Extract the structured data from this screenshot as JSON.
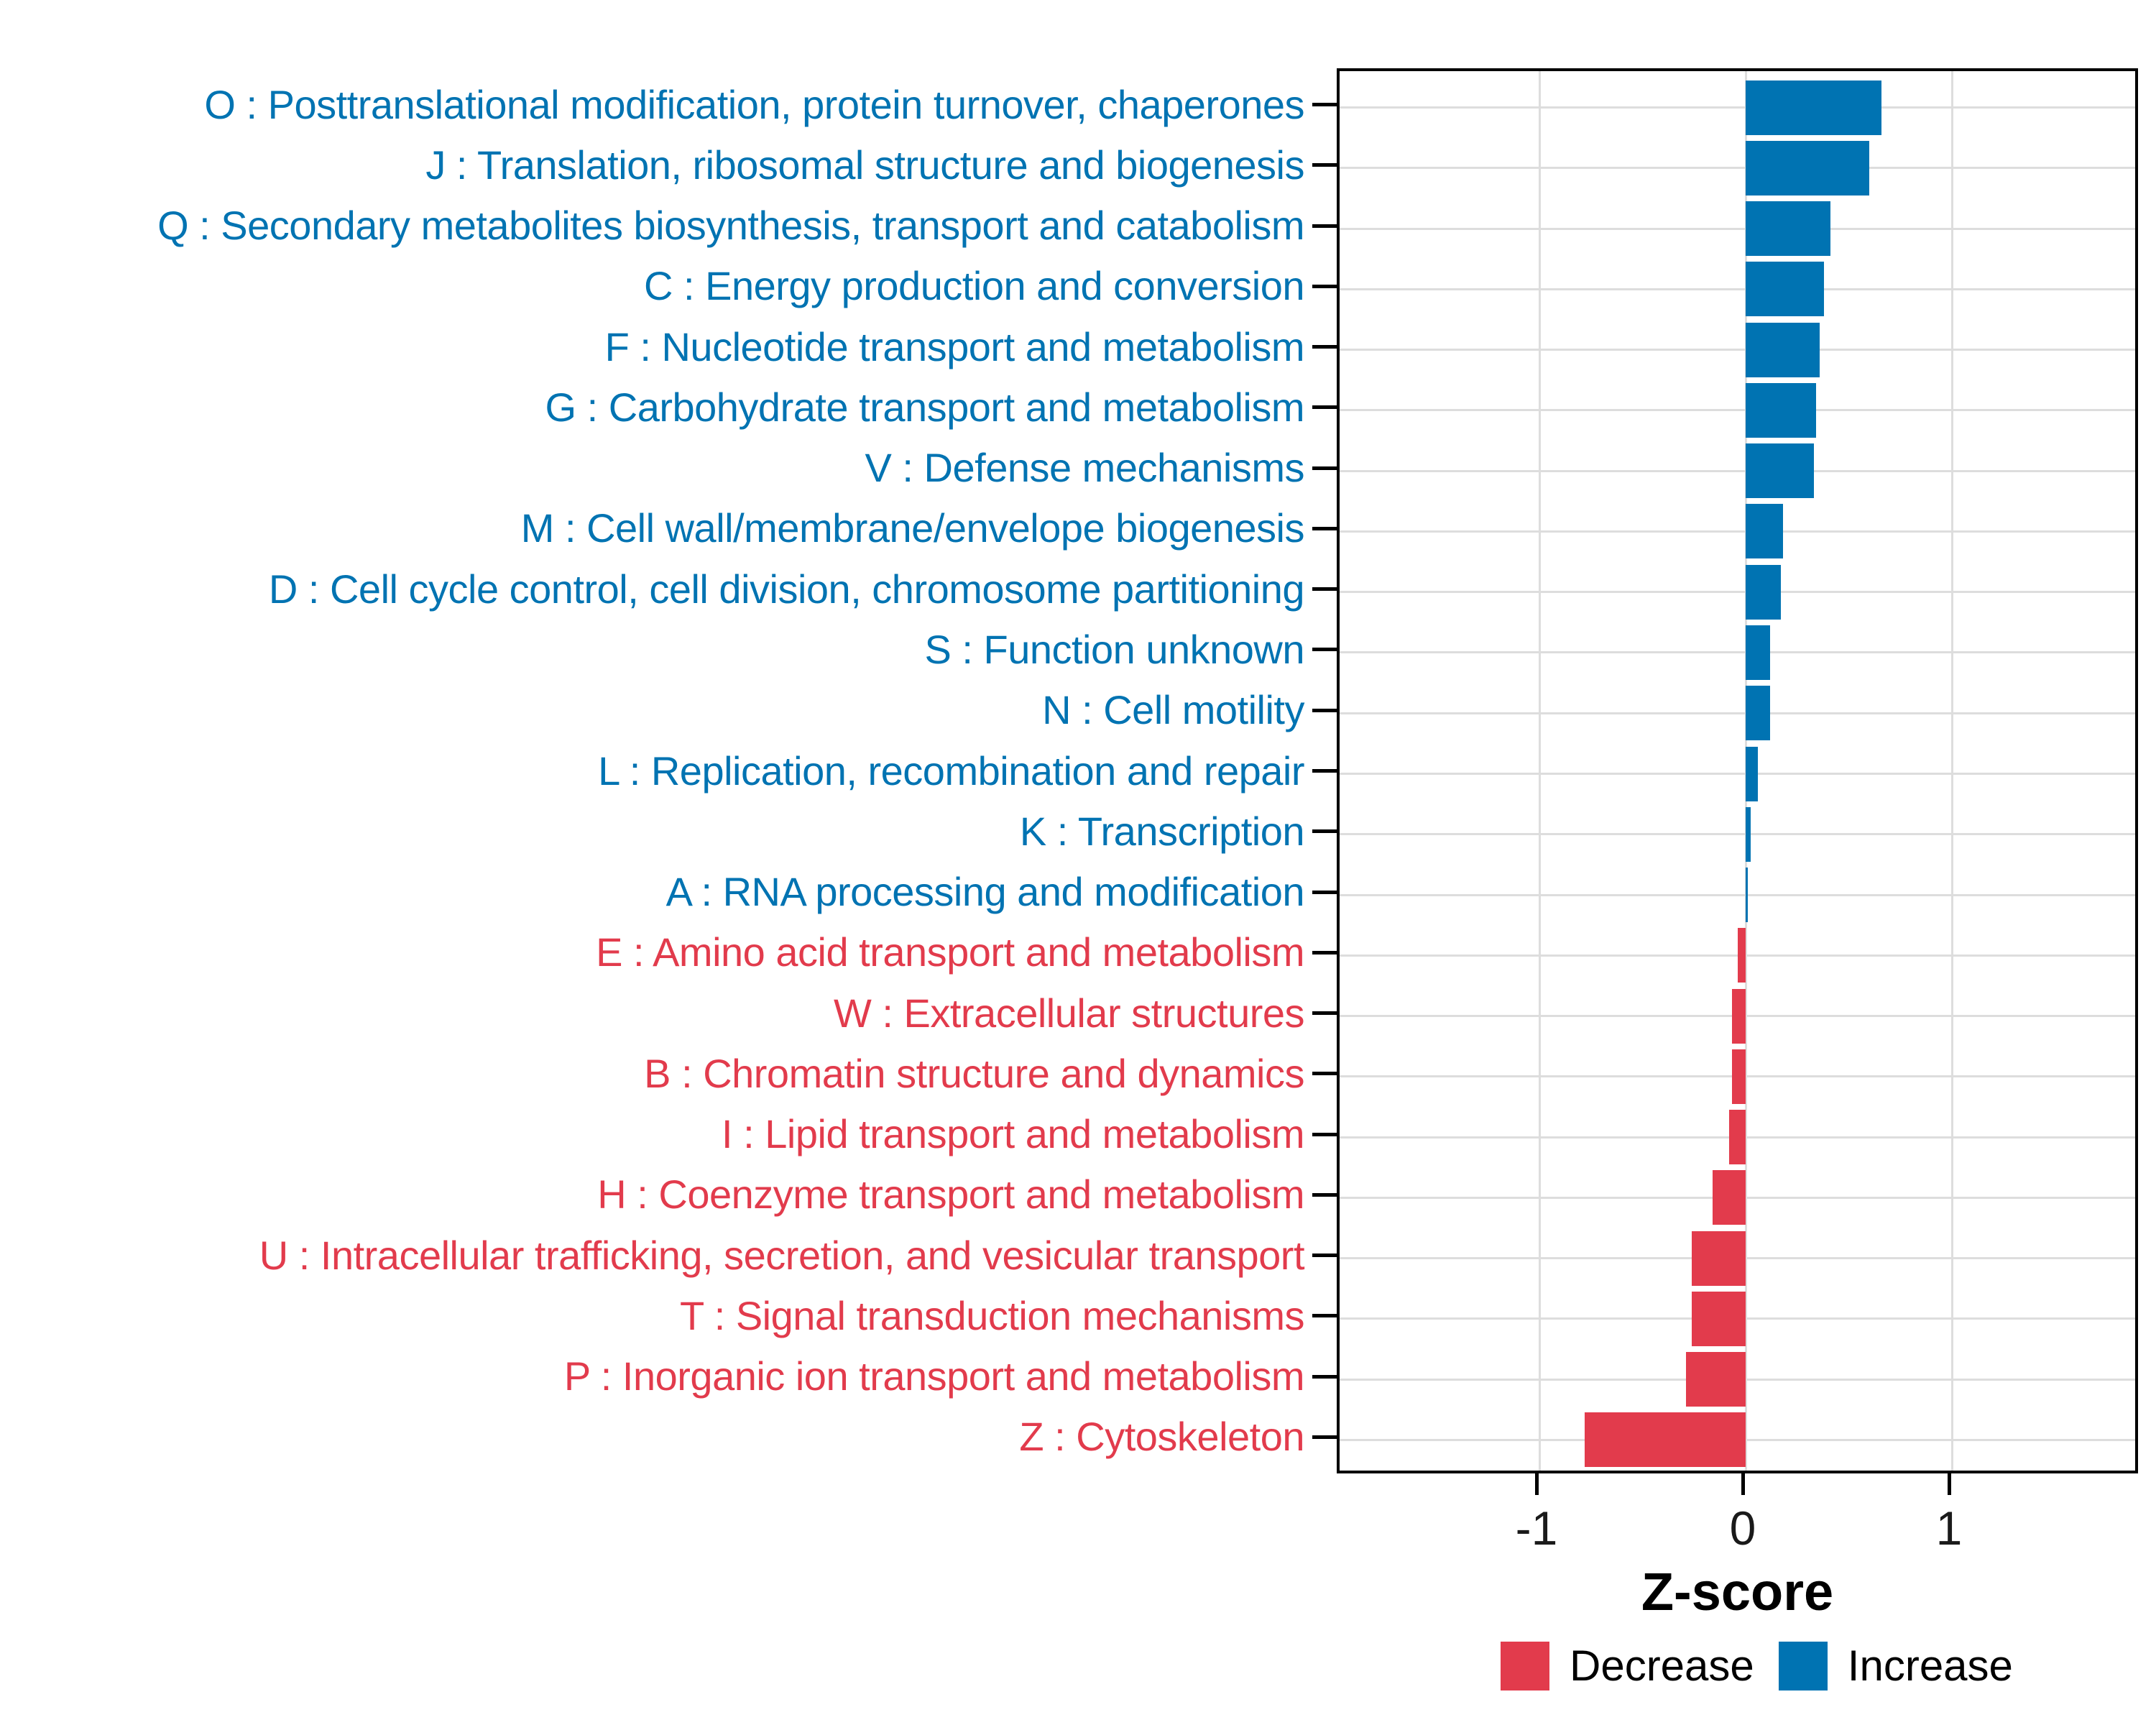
{
  "chart_data": {
    "type": "bar",
    "orientation": "horizontal",
    "title": "",
    "xlabel": "Z-score",
    "ylabel": "",
    "xlim": [
      -1.97,
      1.92
    ],
    "x_ticks": [
      -1,
      0,
      1
    ],
    "x_tick_labels": [
      "-1",
      "0",
      "1"
    ],
    "grid": "major",
    "legend_position": "bottom-right",
    "colors": {
      "increase": "#0073B2",
      "decrease": "#E23B4C"
    },
    "categories": [
      {
        "label": "O : Posttranslational modification, protein turnover, chaperones",
        "value": 0.66,
        "direction": "increase"
      },
      {
        "label": "J : Translation, ribosomal structure and biogenesis",
        "value": 0.6,
        "direction": "increase"
      },
      {
        "label": "Q : Secondary metabolites biosynthesis, transport and catabolism",
        "value": 0.41,
        "direction": "increase"
      },
      {
        "label": "C : Energy production and conversion",
        "value": 0.38,
        "direction": "increase"
      },
      {
        "label": "F : Nucleotide transport and metabolism",
        "value": 0.36,
        "direction": "increase"
      },
      {
        "label": "G : Carbohydrate transport and metabolism",
        "value": 0.34,
        "direction": "increase"
      },
      {
        "label": "V : Defense mechanisms",
        "value": 0.33,
        "direction": "increase"
      },
      {
        "label": "M : Cell wall/membrane/envelope biogenesis",
        "value": 0.18,
        "direction": "increase"
      },
      {
        "label": "D : Cell cycle control, cell division, chromosome partitioning",
        "value": 0.17,
        "direction": "increase"
      },
      {
        "label": "S : Function unknown",
        "value": 0.12,
        "direction": "increase"
      },
      {
        "label": "N : Cell motility",
        "value": 0.12,
        "direction": "increase"
      },
      {
        "label": "L : Replication, recombination and repair",
        "value": 0.06,
        "direction": "increase"
      },
      {
        "label": "K : Transcription",
        "value": 0.025,
        "direction": "increase"
      },
      {
        "label": "A : RNA processing and modification",
        "value": 0.01,
        "direction": "increase"
      },
      {
        "label": "E : Amino acid transport and metabolism",
        "value": -0.04,
        "direction": "decrease"
      },
      {
        "label": "W : Extracellular structures",
        "value": -0.065,
        "direction": "decrease"
      },
      {
        "label": "B : Chromatin structure and dynamics",
        "value": -0.065,
        "direction": "decrease"
      },
      {
        "label": "I : Lipid transport and metabolism",
        "value": -0.08,
        "direction": "decrease"
      },
      {
        "label": "H : Coenzyme transport and metabolism",
        "value": -0.16,
        "direction": "decrease"
      },
      {
        "label": "U : Intracellular trafficking, secretion, and vesicular transport",
        "value": -0.26,
        "direction": "decrease"
      },
      {
        "label": "T : Signal transduction mechanisms",
        "value": -0.26,
        "direction": "decrease"
      },
      {
        "label": "P : Inorganic ion transport and metabolism",
        "value": -0.29,
        "direction": "decrease"
      },
      {
        "label": "Z : Cytoskeleton",
        "value": -0.78,
        "direction": "decrease"
      }
    ]
  },
  "axis": {
    "x_title": "Z-score"
  },
  "legend": {
    "decrease_label": "Decrease",
    "increase_label": "Increase"
  }
}
